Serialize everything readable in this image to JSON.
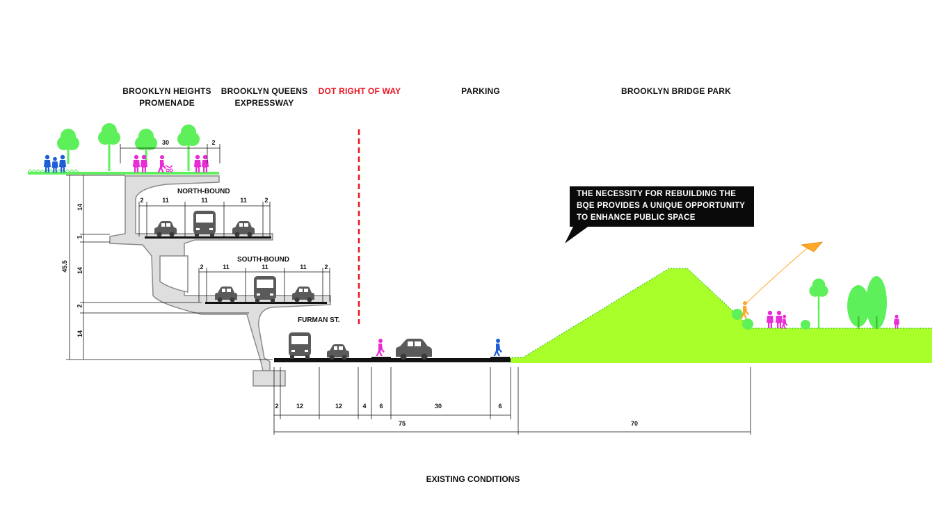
{
  "headers": {
    "promenade": [
      "BROOKLYN HEIGHTS",
      "PROMENADE"
    ],
    "bqe": [
      "BROOKLYN QUEENS",
      "EXPRESSWAY"
    ],
    "dot": "DOT RIGHT OF WAY",
    "parking": "PARKING",
    "park": "BROOKLYN BRIDGE PARK"
  },
  "labels": {
    "north_bound": "NORTH-BOUND",
    "south_bound": "SOUTH-BOUND",
    "furman": "FURMAN ST."
  },
  "callout": [
    "THE NECESSITY FOR REBUILDING THE",
    "BQE PROVIDES A UNIQUE OPPORTUNITY",
    "TO ENHANCE PUBLIC SPACE"
  ],
  "dimensions": {
    "promenade_width": "30",
    "promenade_edge": "2",
    "north_lanes": [
      "2",
      "11",
      "11",
      "11",
      "2"
    ],
    "south_lanes": [
      "2",
      "11",
      "11",
      "11",
      "2"
    ],
    "ground_segments": [
      "2",
      "12",
      "12",
      "4",
      "6",
      "30",
      "6"
    ],
    "ground_total": "75",
    "park_width": "70",
    "vertical_total": "45.5",
    "vertical_segments": [
      "14",
      "1",
      "14",
      "2",
      "14"
    ]
  },
  "caption": "EXISTING CONDITIONS",
  "colors": {
    "park_green": "#a9ff2a",
    "tree_green": "#5df05a",
    "dot_red": "#e8141e",
    "concrete": "#dedede",
    "person_blue": "#1f5fd6",
    "person_magenta": "#e82cd6",
    "kite_orange": "#ffa726"
  }
}
